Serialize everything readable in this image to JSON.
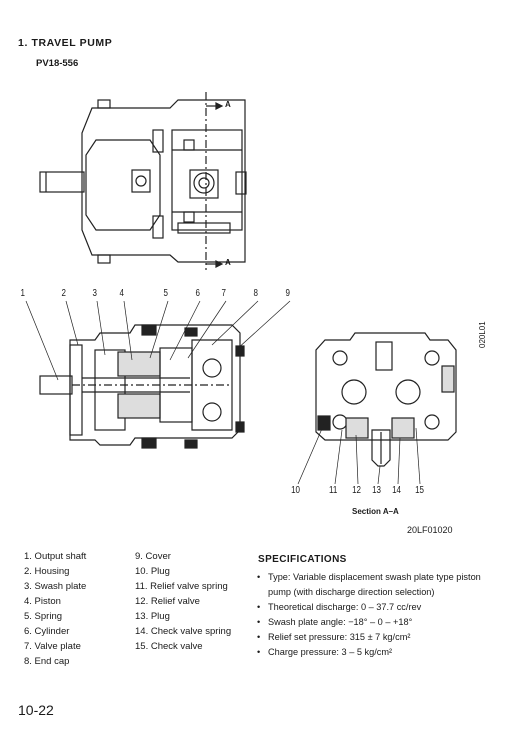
{
  "heading": "1. TRAVEL PUMP",
  "model": "PV18-556",
  "top_view_section_marker": [
    "A",
    "A"
  ],
  "callouts_side": [
    "1",
    "2",
    "3",
    "4",
    "5",
    "6",
    "7",
    "8",
    "9"
  ],
  "callouts_section": [
    "10",
    "11",
    "12",
    "13",
    "14",
    "15"
  ],
  "section_caption": "Section A–A",
  "figure_ref": "20LF01020",
  "side_code": "020L01",
  "parts_col1": [
    "1. Output shaft",
    "2. Housing",
    "3. Swash plate",
    "4. Piston",
    "5. Spring",
    "6. Cylinder",
    "7. Valve plate",
    "8. End cap"
  ],
  "parts_col2": [
    "9. Cover",
    "10. Plug",
    "11. Relief valve spring",
    "12. Relief valve",
    "13. Plug",
    "14. Check valve spring",
    "15. Check valve"
  ],
  "specifications": {
    "title": "SPECIFICATIONS",
    "items": [
      "Type: Variable displacement swash plate type piston pump (with discharge direction selection)",
      "Theoretical discharge: 0 – 37.7 cc/rev",
      "Swash plate angle: −18° – 0 – +18°",
      "Relief set pressure: 315 ± 7 kg/cm²",
      "Charge pressure: 3 – 5 kg/cm²"
    ]
  },
  "page_number": "10-22"
}
